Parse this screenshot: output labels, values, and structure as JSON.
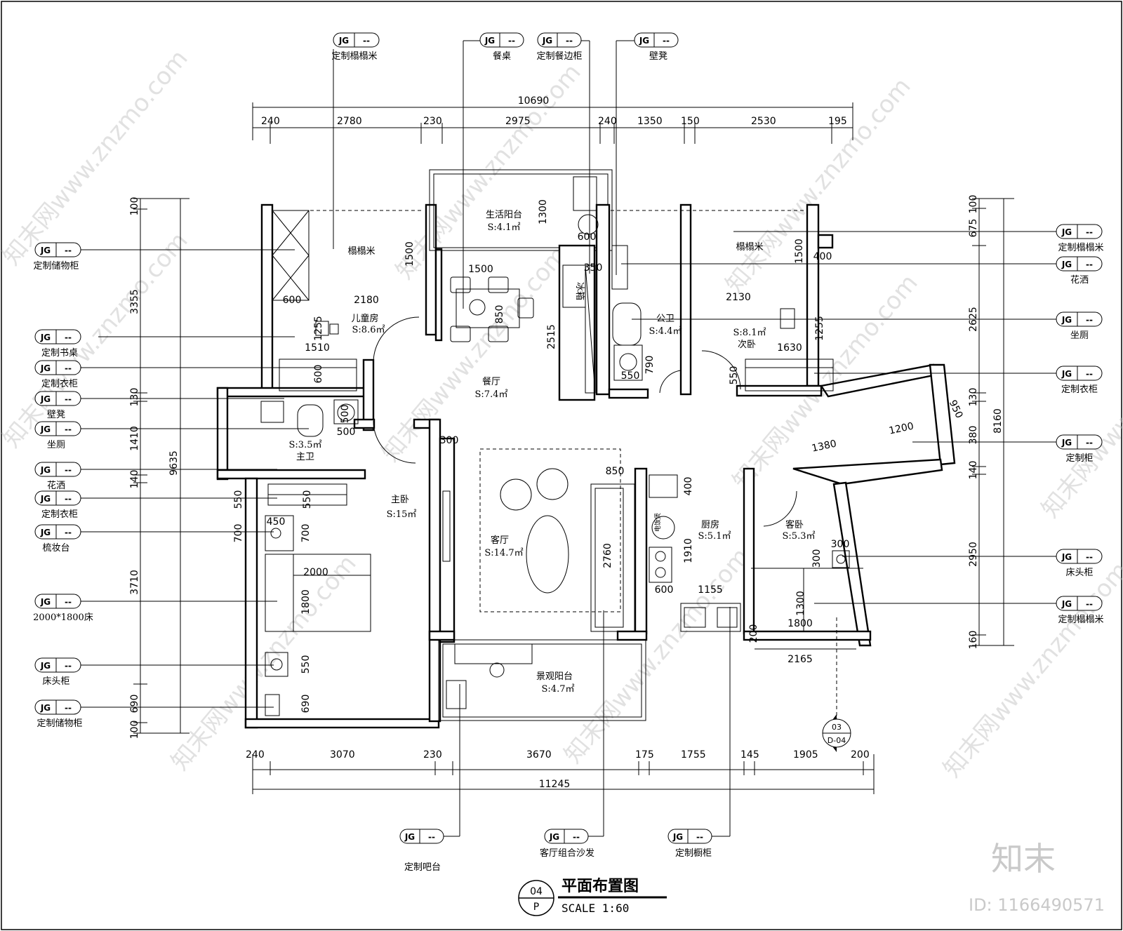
{
  "title": "平面布置图",
  "scale_label": "SCALE 1:60",
  "drawing_no": "04",
  "drawing_sheet": "P",
  "section_mark": {
    "no": "03",
    "sheet": "D-04"
  },
  "tag_code": "JG",
  "tag_num": "--",
  "brand": "知末",
  "image_id": "ID: 1166490571",
  "watermark": "知末网www.znzmo.com",
  "rooms": {
    "tatami_n": "榻榻米",
    "balcony": "生活阳台",
    "balcony_area": "S:4.1㎡",
    "kids": "儿童房",
    "kids_area": "S:8.6㎡",
    "dining": "餐厅",
    "dining_area": "S:7.4㎡",
    "public_wc": "公卫",
    "public_wc_area": "S:4.4㎡",
    "second_bed_area": "S:8.1㎡",
    "second_bed": "次卧",
    "tatami_ne": "榻榻米",
    "fridge": "冰箱",
    "master_wc_area": "S:3.5㎡",
    "master_wc": "主卫",
    "master": "主卧",
    "master_area": "S:15㎡",
    "living": "客厅",
    "living_area": "S:14.7㎡",
    "kitchen": "厨房",
    "kitchen_area": "S:5.1㎡",
    "guest": "客卧",
    "guest_area": "S:5.3㎡",
    "view_balcony": "景观阳台",
    "view_balcony_area": "S:4.7㎡",
    "appliance": "电饭煲"
  },
  "top_labels": [
    "定制榻榻米",
    "餐桌",
    "定制餐边柜",
    "壁凳"
  ],
  "left_labels": [
    "定制储物柜",
    "定制书桌",
    "定制衣柜",
    "壁凳",
    "坐厕",
    "花洒",
    "定制衣柜",
    "梳妆台",
    "2000*1800床",
    "床头柜",
    "定制储物柜"
  ],
  "right_labels": [
    "定制榻榻米",
    "花洒",
    "坐厕",
    "定制衣柜",
    "定制柜",
    "床头柜",
    "定制榻榻米"
  ],
  "bottom_labels": [
    "定制吧台",
    "客厅组合沙发",
    "定制橱柜"
  ],
  "dims_top_total": "10690",
  "dims_top": [
    "240",
    "2780",
    "230",
    "2975",
    "240",
    "1350",
    "150",
    "2530",
    "195"
  ],
  "dims_bottom_total": "11245",
  "dims_bottom": [
    "240",
    "3070",
    "230",
    "3670",
    "175",
    "1755",
    "145",
    "1905",
    "200"
  ],
  "dims_left_total": "9635",
  "dims_left": [
    "100",
    "3355",
    "130",
    "1410",
    "140",
    "3710",
    "690",
    "100"
  ],
  "dims_right_total": "8160",
  "dims_right": [
    "100",
    "675",
    "2625",
    "130",
    "380",
    "140",
    "2950",
    "160"
  ],
  "dims_inner": {
    "d1500a": "1500",
    "d600a": "600",
    "d2180": "2180",
    "d1255a": "1255",
    "d1510": "1510",
    "d600b": "600",
    "d1300a": "1300",
    "d1500b": "1500",
    "d850a": "850",
    "d2515": "2515",
    "d350": "350",
    "d600c": "600",
    "d1500c": "1500",
    "d400a": "400",
    "d2130": "2130",
    "d1255b": "1255",
    "d1630": "1630",
    "d550a": "550",
    "d790": "790",
    "d550b": "550",
    "d950": "950",
    "d1380": "1380",
    "d1200": "1200",
    "d500a": "500",
    "d500b": "500",
    "d300a": "300",
    "d550c": "550",
    "d550d": "550",
    "d450": "450",
    "d700a": "700",
    "d700b": "700",
    "d2000": "2000",
    "d1800a": "1800",
    "d550e": "550",
    "d690": "690",
    "d850b": "850",
    "d2760": "2760",
    "d400b": "400",
    "d1910": "1910",
    "d600d": "600",
    "d1155": "1155",
    "d300b": "300",
    "d300c": "300",
    "d1300b": "1300",
    "d1800b": "1800",
    "d200": "200",
    "d2165": "2165"
  }
}
